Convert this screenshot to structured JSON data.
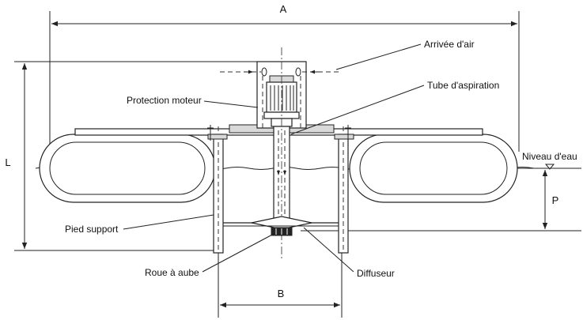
{
  "dimensions": {
    "a": "A",
    "b": "B",
    "l": "L",
    "p": "P"
  },
  "labels": {
    "air_inlet": "Arrivée d'air",
    "suction_tube": "Tube d'aspiration",
    "motor_protection": "Protection moteur",
    "water_level": "Niveau d'eau",
    "support_leg": "Pied support",
    "paddle_wheel": "Roue à aube",
    "diffuser": "Diffuseur"
  }
}
